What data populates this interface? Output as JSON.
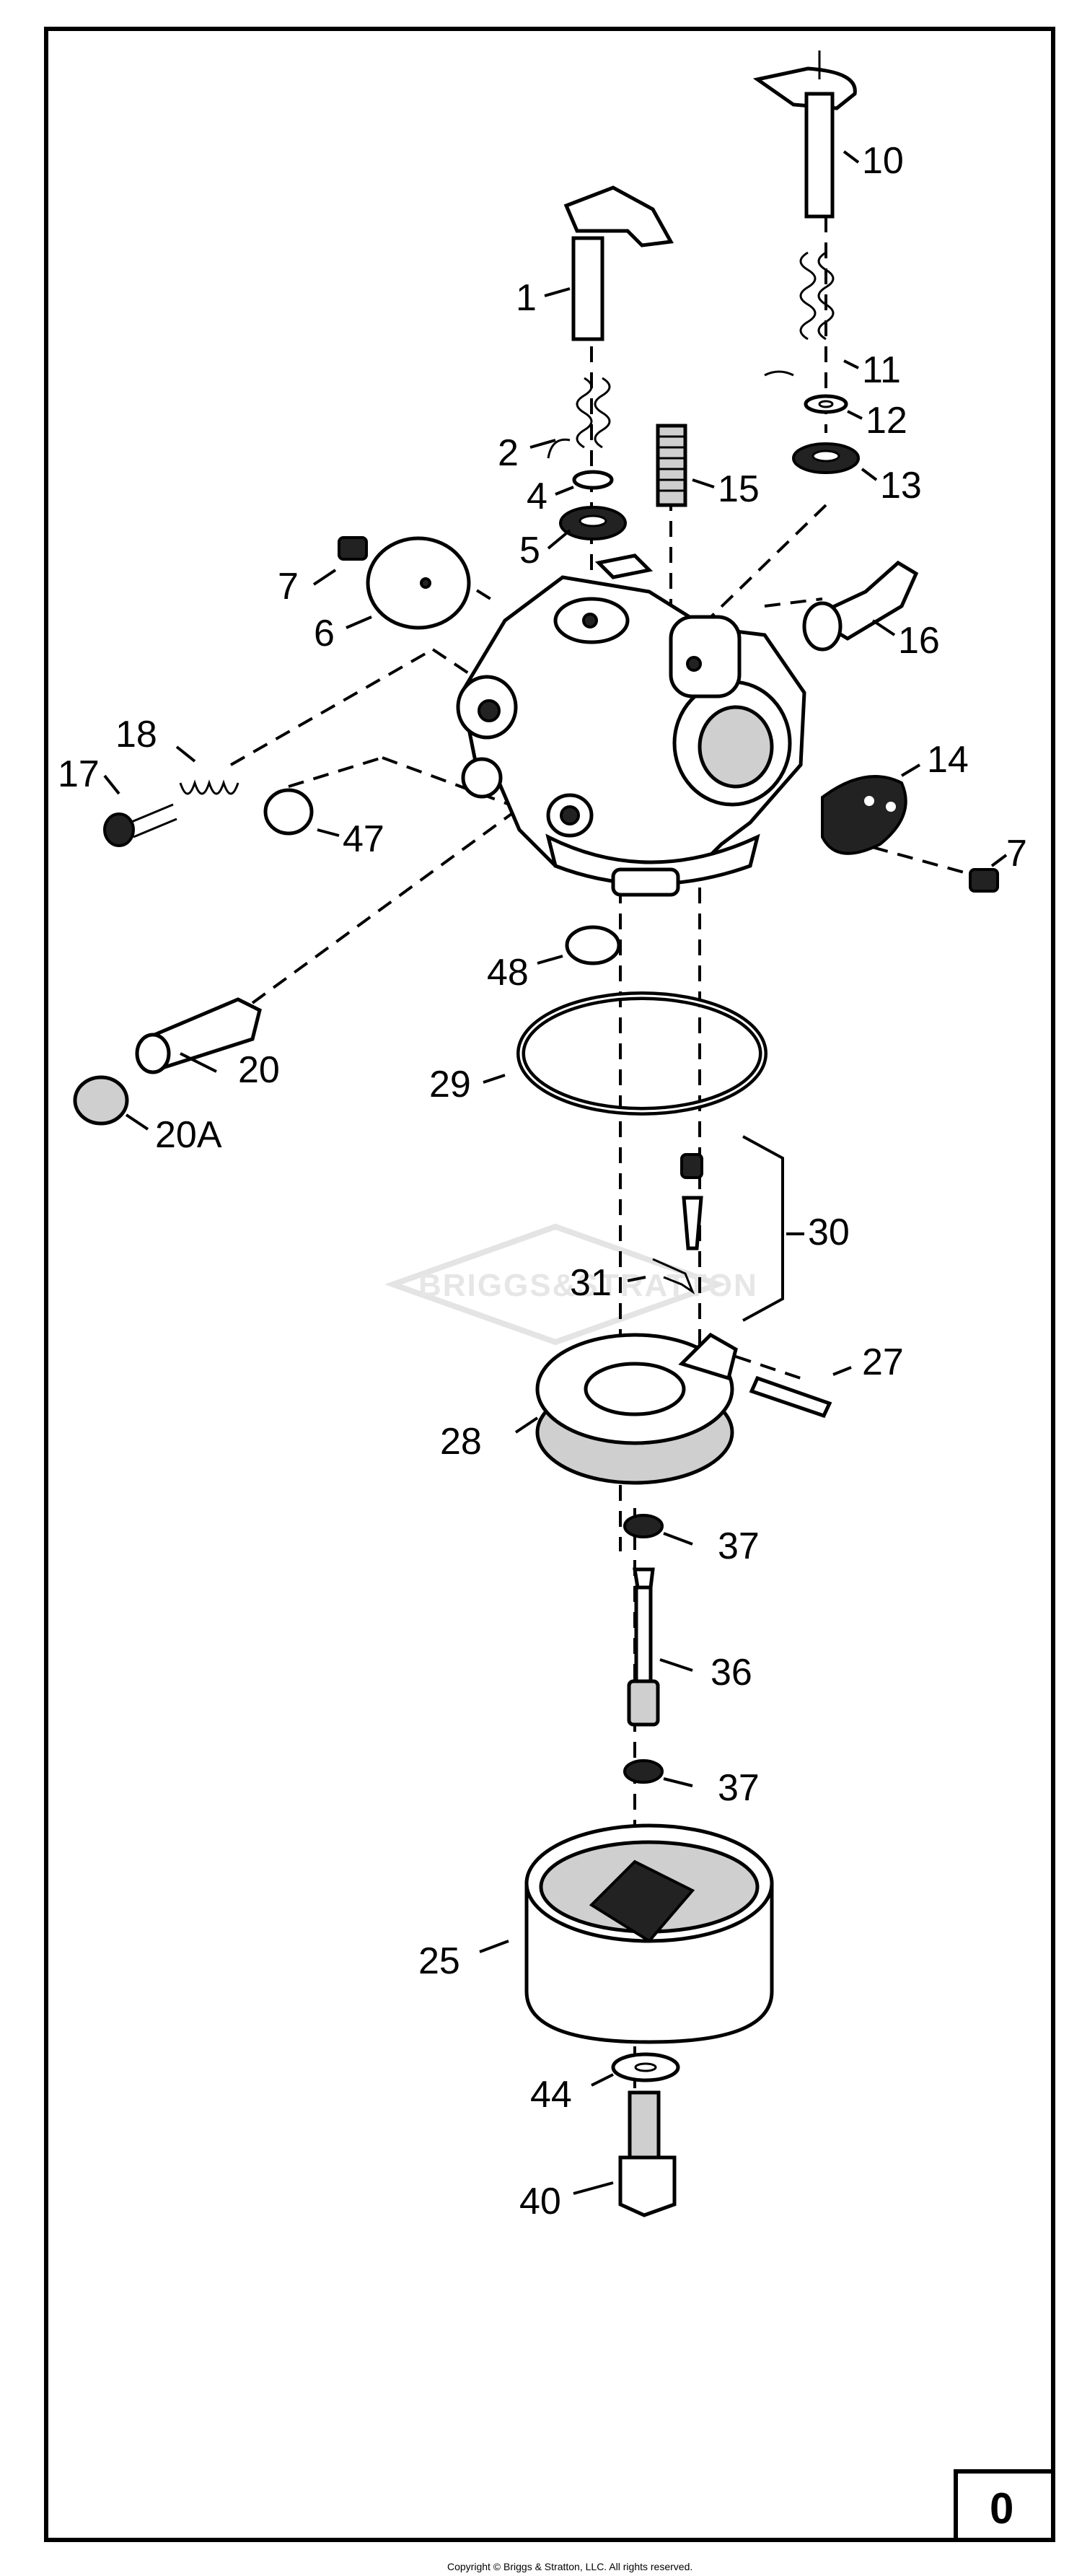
{
  "watermark": "BRIGGS&STRATTON",
  "page_number": "0",
  "copyright": "Copyright © Briggs & Stratton, LLC. All rights reserved.",
  "labels": {
    "p1": "1",
    "p2": "2",
    "p4": "4",
    "p5": "5",
    "p6": "6",
    "p7a": "7",
    "p7b": "7",
    "p10": "10",
    "p11": "11",
    "p12": "12",
    "p13": "13",
    "p14": "14",
    "p15": "15",
    "p16": "16",
    "p17": "17",
    "p18": "18",
    "p20": "20",
    "p20a": "20A",
    "p25": "25",
    "p27": "27",
    "p28": "28",
    "p29": "29",
    "p30": "30",
    "p31": "31",
    "p36": "36",
    "p37a": "37",
    "p37b": "37",
    "p40": "40",
    "p44": "44",
    "p47": "47",
    "p48": "48"
  }
}
